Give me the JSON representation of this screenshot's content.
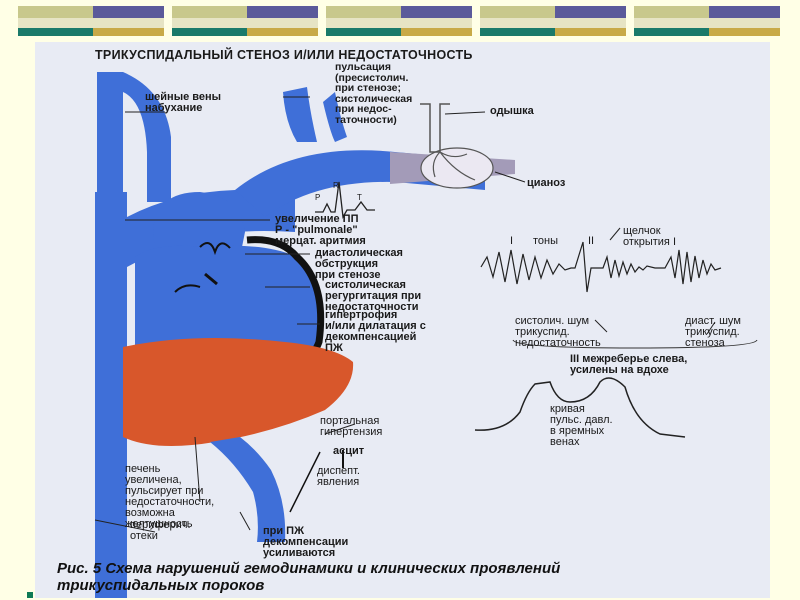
{
  "colors": {
    "page_bg": "#ffffe6",
    "figure_bg": "#e8ebf4",
    "vessel_blue": "#3f6fd8",
    "liver": "#d8572b",
    "lung": "#a39bb8",
    "deco_olive": "#c8c88c",
    "deco_navy": "#5b5a9a",
    "deco_teal": "#1a7a6a",
    "deco_cream": "#e6e4c4",
    "deco_gold": "#c8aa48"
  },
  "figure": {
    "title": "ТРИКУСПИДАЛЬНЫЙ СТЕНОЗ И/ИЛИ НЕДОСТАТОЧНОСТЬ",
    "labels": {
      "neck_veins": "шейные вены\nнабухание",
      "pulsation": "пульсация\n(пресистолич.\nпри стенозе;\nсистолическая\nпри недос-\nтаточности)",
      "dyspnea": "одышка",
      "cyanosis": "цианоз",
      "ecg_r": "R",
      "ecg_p": "P",
      "ecg_t": "T",
      "ra_enlargement": "увеличение ПП\nР - \"pulmonale\"\nмерцат. аритмия",
      "diastolic_obstruction": "диастолическая\nобструкция\nпри стенозе",
      "systolic_regurgitation": "систолическая\nрегургитация при\nнедостаточности",
      "rv_hypertrophy": "гипертрофия\nи/или дилатация с\nдекомпенсацией\nПЖ",
      "tone_1": "I",
      "tones": "тоны",
      "tone_2": "II",
      "opening_snap": "щелчок\nоткрытия I",
      "systolic_murmur": "систолич. шум\nтрикуспид.\nнедостаточность",
      "diastolic_murmur": "диаст. шум\nтрикуспид.\nстеноза",
      "third_intercostal": "III межреберье слева,\nусилены на вдохе",
      "pulse_curve": "кривая\nпульс. давл.\nв яремных\nвенах",
      "portal_hypertension": "портальная\nгипертензия",
      "ascites": "асцит",
      "dyspepsia": "диспепт.\nявления",
      "liver_enlarged": "печень\nувеличена,\nпульсирует при\nнедостаточности,\nвозможна\nжелтушность",
      "peripheral_edema": "периферич.\nотеки",
      "rv_decompensation": "при ПЖ\nдекомпенсации\nусиливаются"
    },
    "caption": "Рис. 5 Схема нарушений гемодинамики и клинических проявлений\nтрикуспидальных пороков"
  }
}
